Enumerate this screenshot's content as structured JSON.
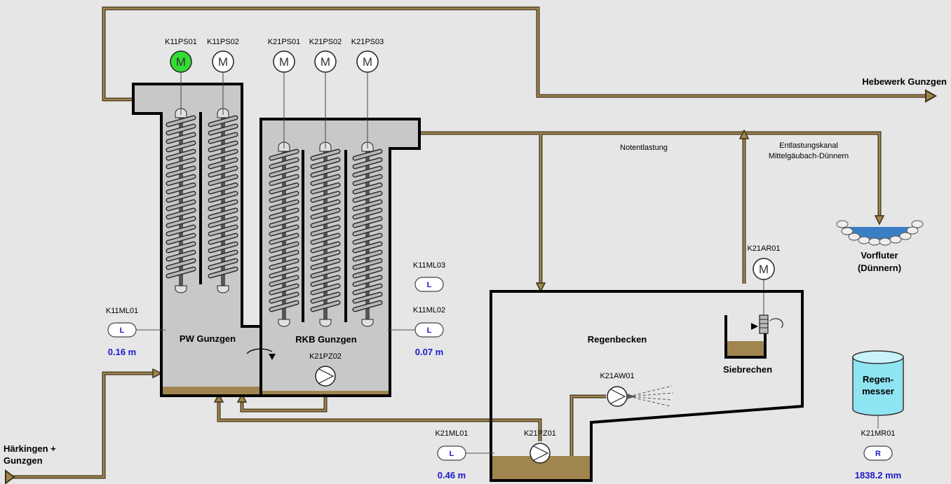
{
  "colors": {
    "background": "#e6e6e6",
    "tank_fill": "#c8c8c8",
    "pipe_outer": "#3d3219",
    "pipe_inner": "#a0854e",
    "sludge": "#a0854e",
    "motor_running": "#33dd33",
    "motor_idle": "#ffffff",
    "water": "#3a7fc4",
    "cylinder": "#8fe4f2",
    "value_text": "#1a1acc"
  },
  "labels": {
    "pw_gunzgen": "PW Gunzgen",
    "rkb_gunzgen": "RKB Gunzgen",
    "regenbecken": "Regenbecken",
    "siebrechen": "Siebrechen",
    "notentlastung": "Notentlastung",
    "entlastungskanal_1": "Entlastungskanal",
    "entlastungskanal_2": "Mittelgäubach-Dünnern",
    "vorfluter_1": "Vorfluter",
    "vorfluter_2": "(Dünnern)",
    "hebewerk": "Hebewerk Gunzgen",
    "haerkingen_1": "Härkingen +",
    "haerkingen_2": "Gunzgen",
    "regenmesser_1": "Regen-",
    "regenmesser_2": "messer"
  },
  "motors": [
    {
      "tag": "K11PS01",
      "glyph": "M",
      "state": "running"
    },
    {
      "tag": "K11PS02",
      "glyph": "M",
      "state": "idle"
    },
    {
      "tag": "K21PS01",
      "glyph": "M",
      "state": "idle"
    },
    {
      "tag": "K21PS02",
      "glyph": "M",
      "state": "idle"
    },
    {
      "tag": "K21PS03",
      "glyph": "M",
      "state": "idle"
    },
    {
      "tag": "K21AR01",
      "glyph": "M",
      "state": "idle"
    }
  ],
  "pumps": [
    {
      "tag": "K21PZ02"
    },
    {
      "tag": "K21PZ01"
    },
    {
      "tag": "K21AW01"
    }
  ],
  "level_sensors": [
    {
      "tag": "K11ML01",
      "badge": "L",
      "value": "0.16 m"
    },
    {
      "tag": "K11ML02",
      "badge": "L",
      "value": "0.07 m"
    },
    {
      "tag": "K11ML03",
      "badge": "L"
    },
    {
      "tag": "K21ML01",
      "badge": "L",
      "value": "0.46 m"
    }
  ],
  "rain_meter": {
    "tag": "K21MR01",
    "badge": "R",
    "value": "1838.2 mm"
  }
}
